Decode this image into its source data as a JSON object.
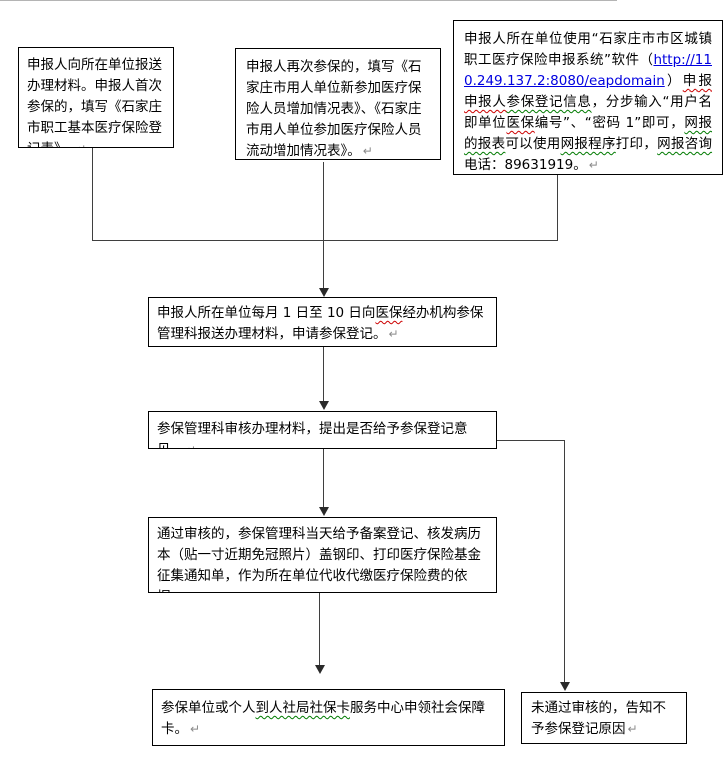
{
  "colors": {
    "background": "#ffffff",
    "box_border": "#000000",
    "connector": "#3f3f3f",
    "link_blue": "#0000e0",
    "spellcheck_red": "#cc0000",
    "grammar_green": "#007a00",
    "text": "#000000",
    "return_mark_gray": "#8a8a8a"
  },
  "boxes": {
    "declare_first": {
      "text": "申报人向所在单位报送办理材料。申报人首次参保的，填写《石家庄市职工基本医疗保险登记表》。",
      "return_mark": "↵"
    },
    "declare_again": {
      "text": "申报人再次参保的，填写《石家庄市用人单位新参加医疗保险人员增加情况表》、《石家庄市用人单位参加医疗保险人员流动增加情况表》。",
      "return_mark": "↵"
    },
    "online_system": {
      "segments": [
        {
          "text": "申报人所在单位使用“石家庄市市区城镇职工医疗保险申报系统”软件（",
          "style": "plain"
        },
        {
          "text": "http://110.249.137.2:8080/eapdomain",
          "style": "link"
        },
        {
          "text": "）",
          "style": "plain"
        },
        {
          "text": "申报申报人",
          "style": "spellcheck-red"
        },
        {
          "text": "参保登记信息",
          "style": "grammar-green"
        },
        {
          "text": "，分步输入“用户名即单位",
          "style": "plain"
        },
        {
          "text": "医保",
          "style": "spellcheck-red"
        },
        {
          "text": "编号”、“密码 1”即可，",
          "style": "plain"
        },
        {
          "text": "网报的报表",
          "style": "grammar-green"
        },
        {
          "text": "可以使用",
          "style": "plain"
        },
        {
          "text": "网报程序",
          "style": "grammar-green"
        },
        {
          "text": "打印，",
          "style": "plain"
        },
        {
          "text": "网报咨询",
          "style": "grammar-green"
        },
        {
          "text": "电话：89631919。",
          "style": "plain"
        }
      ],
      "return_mark": "↵"
    },
    "submit_monthly": {
      "segments": [
        {
          "text": "申报人所在单位每月 1 日至 10 日向",
          "style": "plain"
        },
        {
          "text": "医保",
          "style": "spellcheck-red"
        },
        {
          "text": "经办机构参保管理科报送办理材料，申请参保登记。",
          "style": "plain"
        }
      ],
      "return_mark": "↵"
    },
    "review": {
      "text": "参保管理科审核办理材料，提出是否给予参保登记意见。",
      "return_mark": "↵"
    },
    "approved": {
      "text": "通过审核的，参保管理科当天给予备案登记、核发病历本（贴一寸近期免冠照片）盖钢印、打印医疗保险基金征集通知单，作为所在单位代收代缴医疗保险费的依据。",
      "return_mark": "↵"
    },
    "social_card": {
      "segments": [
        {
          "text": "参保单位或个人",
          "style": "plain"
        },
        {
          "text": "到人社局社保卡",
          "style": "grammar-green"
        },
        {
          "text": "服务中心申领社会保障卡。",
          "style": "plain"
        }
      ],
      "return_mark": "↵"
    },
    "rejected": {
      "text": "未通过审核的，告知不予参保登记原因",
      "return_mark": "↵"
    }
  }
}
